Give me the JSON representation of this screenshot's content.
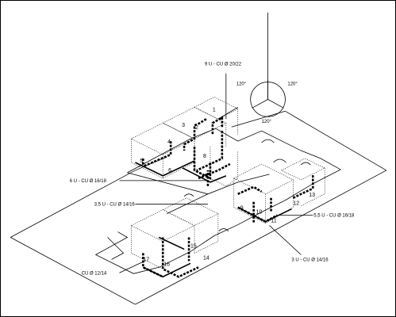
{
  "compass": {
    "angle_right": "120°",
    "angle_left": "120°",
    "angle_bottom": "120°"
  },
  "callouts": {
    "riser": "9 U - CU Ø 20/22",
    "left_a": "6 U - CU Ø 16/18",
    "left_b": "3,5 U - CU Ø 14/16",
    "right_a": "5,5 U - CU Ø 16/18",
    "right_b": "3 U - CU Ø 14/16",
    "bottom_left": "CU Ø 12/14"
  },
  "units": [
    "1",
    "2",
    "3",
    "4",
    "5",
    "6",
    "7",
    "8",
    "9",
    "10",
    "11",
    "12",
    "13",
    "14",
    "15",
    "16",
    "17"
  ]
}
